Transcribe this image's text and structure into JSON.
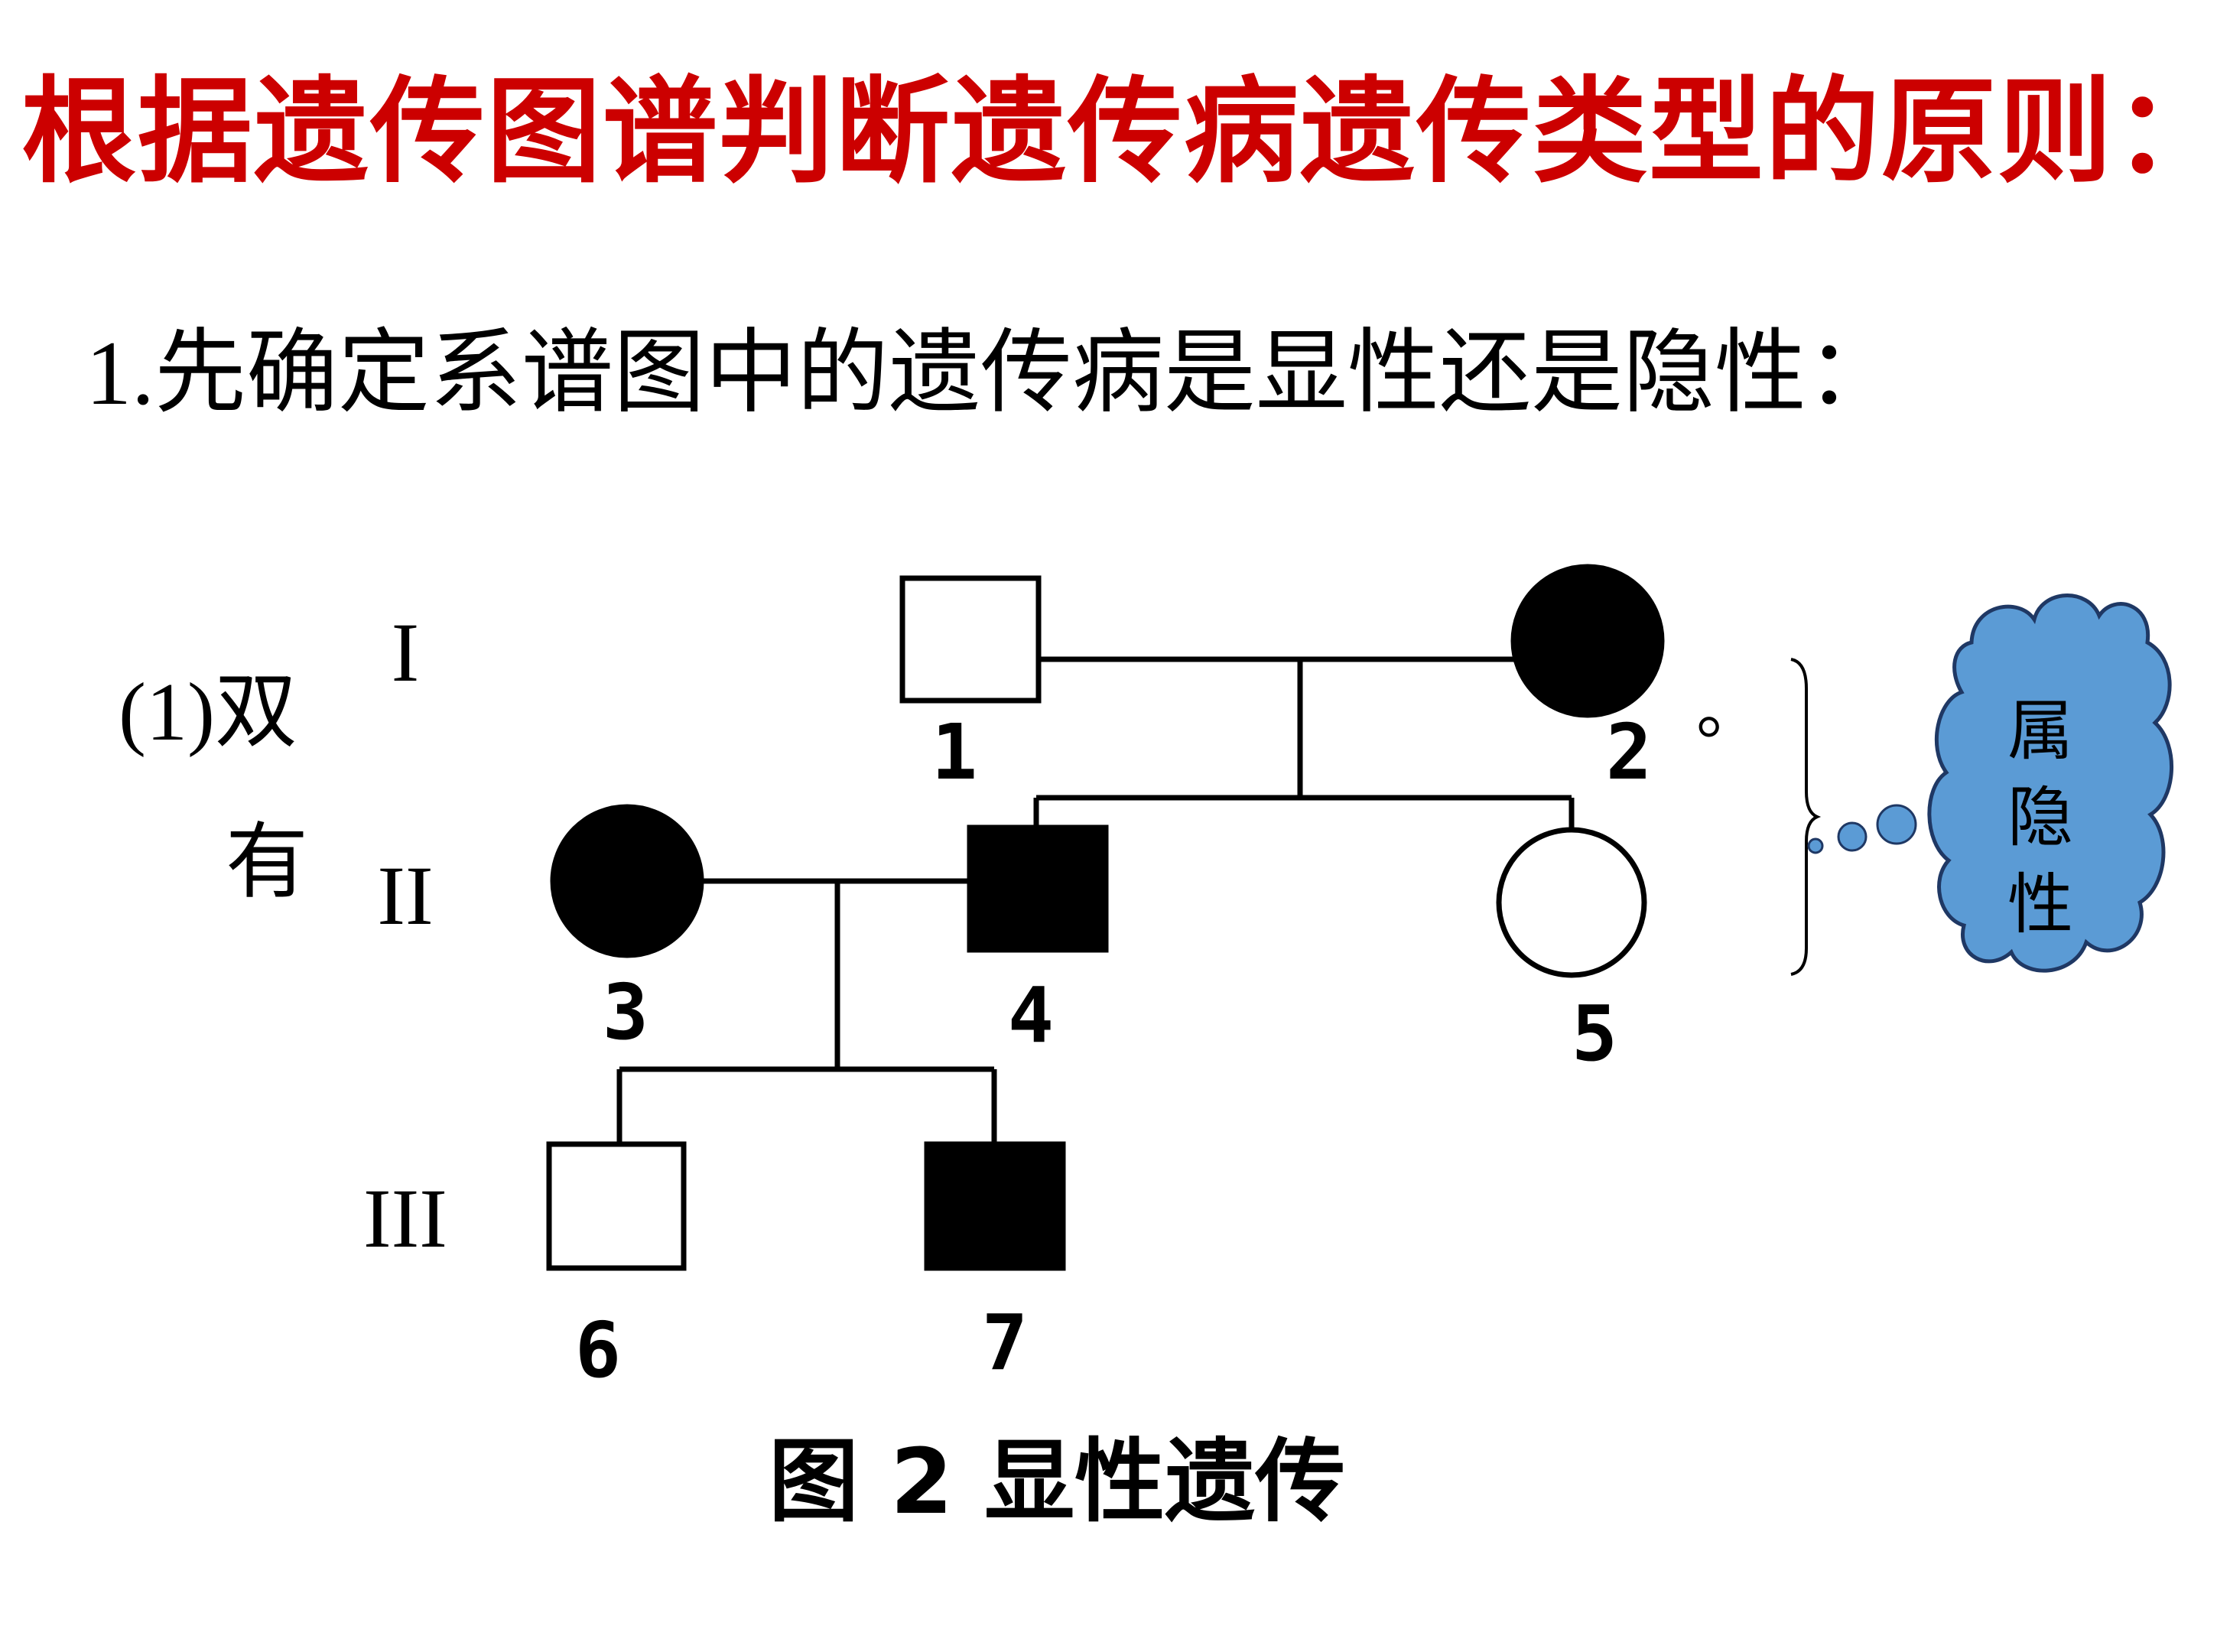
{
  "title": "根据遗传图谱判断遗传病遗传类型的原则：",
  "subtitle": "1.先确定系谱图中的遗传病是显性还是隐性：",
  "partial_lines": [
    "(1)双",
    "有"
  ],
  "generations": [
    "I",
    "II",
    "III"
  ],
  "individuals": [
    {
      "id": "1",
      "label": "1",
      "sex": "male",
      "affected": false
    },
    {
      "id": "2",
      "label": "2",
      "sex": "female",
      "affected": true
    },
    {
      "id": "3",
      "label": "3",
      "sex": "female",
      "affected": true
    },
    {
      "id": "4",
      "label": "4",
      "sex": "male",
      "affected": true
    },
    {
      "id": "5",
      "label": "5",
      "sex": "female",
      "affected": false
    },
    {
      "id": "6",
      "label": "6",
      "sex": "male",
      "affected": false
    },
    {
      "id": "7",
      "label": "7",
      "sex": "male",
      "affected": true
    }
  ],
  "caption": "图 2 显性遗传",
  "circle_mark": "。",
  "callout": {
    "lines": [
      "属",
      "隐",
      "性"
    ]
  },
  "colors": {
    "title": "#cc0000",
    "affected": "#000000",
    "unaffected": "#ffffff",
    "callout_fill": "#5b9bd5",
    "callout_stroke": "#1f3864"
  }
}
